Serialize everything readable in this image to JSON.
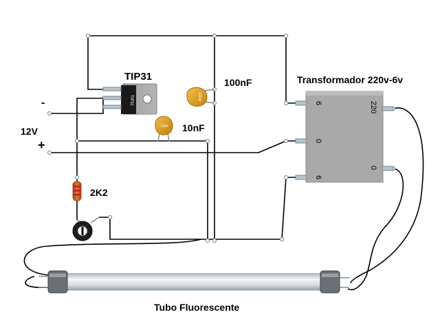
{
  "labels": {
    "transistor": "TIP31",
    "transistor_body": "TIP31",
    "cap_100nF": "100nF",
    "cap_100nF_body": "100nF",
    "cap_10nF": "10nF",
    "cap_10nF_body": "10nF",
    "resistor": "2K2",
    "transformer": "Transformador 220v-6v",
    "tube": "Tubo Fluorescente"
  },
  "power": {
    "voltage": "12V",
    "minus": "-",
    "plus": "+"
  },
  "transformer_terminals": {
    "left_top": "6",
    "left_mid": "0",
    "left_bottom": "6",
    "right_top": "220",
    "right_bottom": "0"
  },
  "colors": {
    "wire": "#000000",
    "transformer_body": "#a9a9a9",
    "capacitor": "#d99a1e",
    "resistor": "#c8621c",
    "transistor": "#1a1a1a",
    "tube": "#d8dde2"
  }
}
